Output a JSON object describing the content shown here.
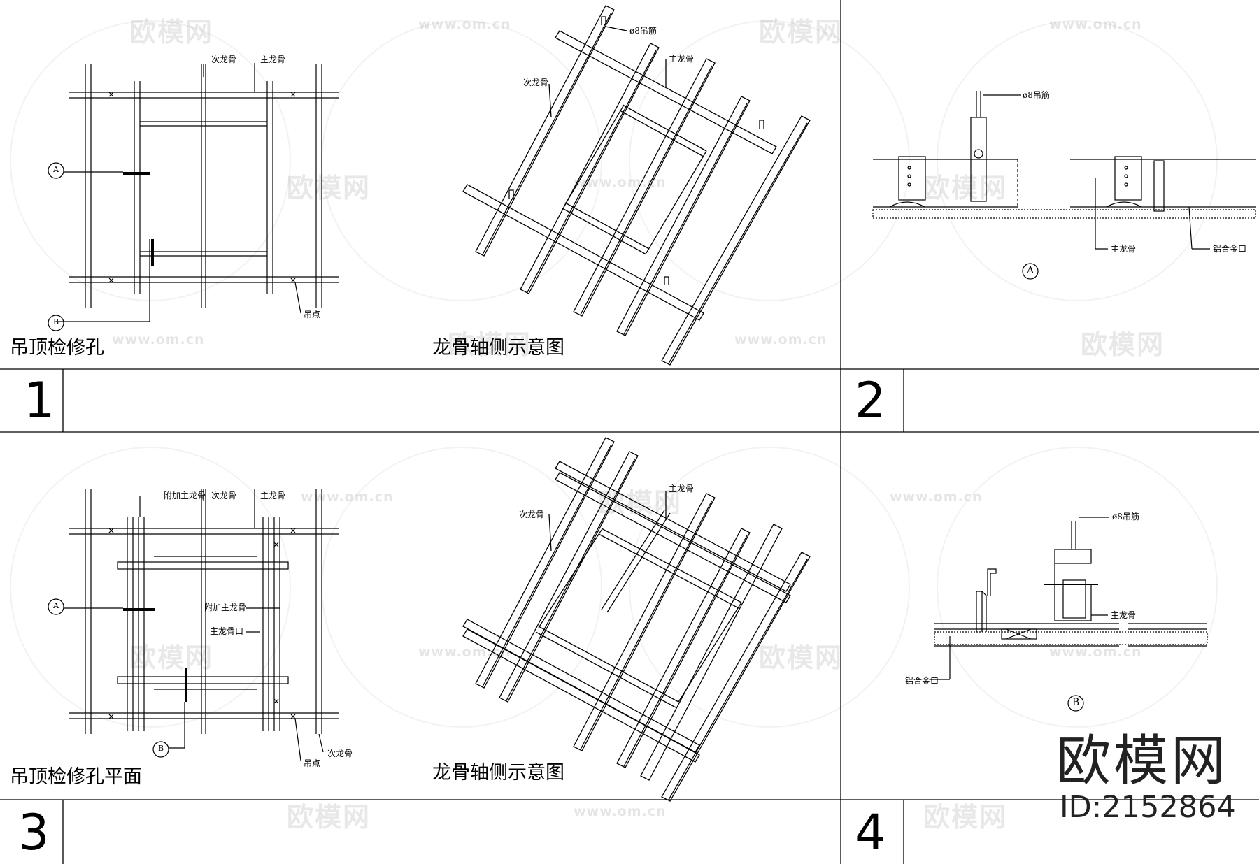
{
  "watermark": {
    "logo": "欧模网",
    "url": "www.om.cn"
  },
  "panels": [
    {
      "number": "1",
      "title_plan": "吊顶检修孔",
      "title_axon": "龙骨轴侧示意图"
    },
    {
      "number": "2"
    },
    {
      "number": "3",
      "title_plan": "吊顶检修孔平面",
      "title_axon": "龙骨轴侧示意图"
    },
    {
      "number": "4"
    }
  ],
  "labels": {
    "secondary_keel": "次龙骨",
    "main_keel": "主龙骨",
    "hanging_point": "吊点",
    "hanger_rod": "ø8吊筋",
    "extra_main_keel": "附加主龙骨",
    "main_keel_opening": "主龙骨口",
    "aluminium_edge": "铝合金口",
    "section_a": "A",
    "section_b": "B"
  },
  "brand": {
    "name": "欧模网",
    "id": "ID:2152864"
  }
}
